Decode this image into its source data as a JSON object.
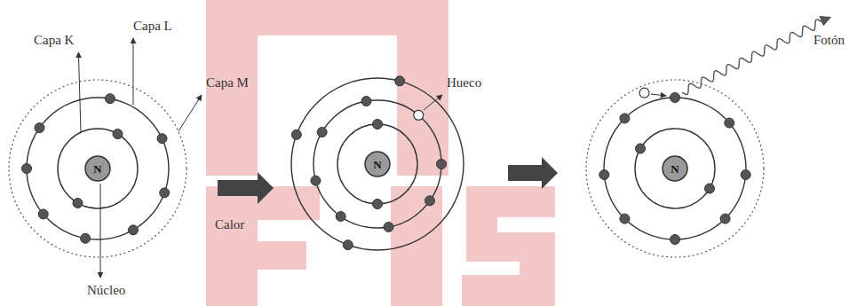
{
  "diagram": {
    "nodes": [
      {
        "text": [
          "N"
        ]
      },
      {
        "text": [
          "N"
        ]
      },
      {
        "text": [
          "N"
        ]
      }
    ],
    "labels": [
      "Capa K",
      "Capa L",
      "Capa M",
      "Núcleo",
      "Hueco",
      "Calor",
      "Fotón"
    ]
  }
}
